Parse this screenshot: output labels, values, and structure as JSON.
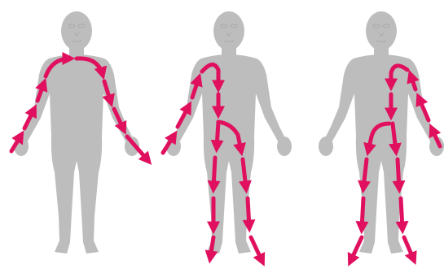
{
  "colors": {
    "background": "#ffffff",
    "body": "#bdbdbd",
    "arrow": "#e0105f"
  },
  "figures": [
    {
      "id": "figure-left",
      "flow": "arm-to-arm"
    },
    {
      "id": "figure-middle",
      "flow": "left-arm-to-both-legs"
    },
    {
      "id": "figure-right",
      "flow": "right-arm-to-both-legs"
    }
  ]
}
